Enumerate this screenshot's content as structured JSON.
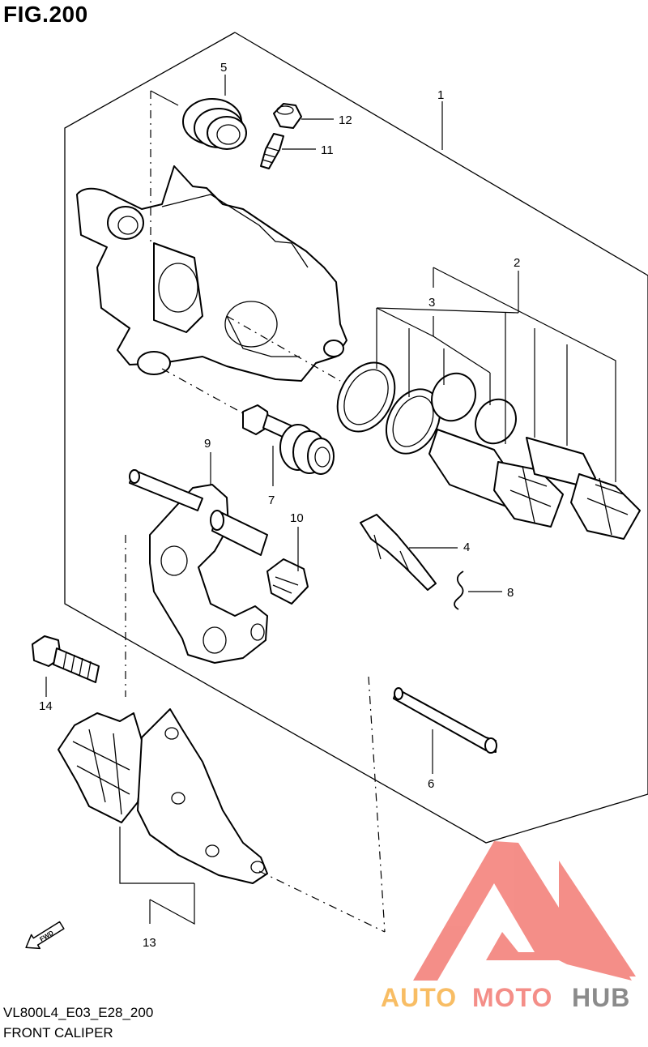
{
  "figure": {
    "title": "FIG.200",
    "model_code": "VL800L4_E03_E28_200",
    "name": "FRONT CALIPER"
  },
  "callouts": [
    "1",
    "2",
    "3",
    "4",
    "5",
    "6",
    "7",
    "8",
    "9",
    "10",
    "11",
    "12",
    "13",
    "14"
  ],
  "direction_marker": "FWD",
  "watermark": {
    "part1": "AUTO",
    "part2": "MOTO",
    "part3": "HUB",
    "color_primary": "#f0605a",
    "color_secondary": "#777777"
  }
}
